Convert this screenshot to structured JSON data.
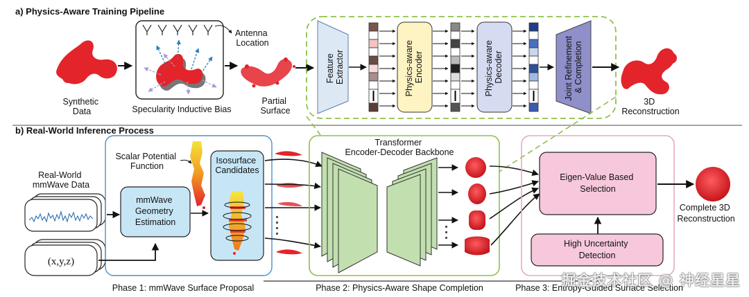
{
  "section_a": {
    "title": "a) Physics-Aware Training Pipeline",
    "synthetic_data": [
      "Synthetic",
      "Data"
    ],
    "specularity": "Specularity Inductive Bias",
    "antenna": [
      "Antenna",
      "Location"
    ],
    "partial_surface": [
      "Partial",
      "Surface"
    ],
    "feature_extractor": [
      "Feature",
      "Extractor"
    ],
    "encoder": [
      "Physics-aware",
      "Encoder"
    ],
    "decoder": [
      "Physics-aware",
      "Decoder"
    ],
    "joint_refinement": [
      "Joint Refinement",
      "& Completion"
    ],
    "reconstruction": [
      "3D",
      "Reconstruction"
    ]
  },
  "section_b": {
    "title": "b) Real-World Inference Process",
    "real_world": [
      "Real-World",
      "mmWave Data"
    ],
    "xyz": "(x,y,z)",
    "scalar_potential": [
      "Scalar Potential",
      "Function"
    ],
    "mmwave_geometry": [
      "mmWave",
      "Geometry",
      "Estimation"
    ],
    "isosurface": [
      "Isosurface",
      "Candidates"
    ],
    "transformer": [
      "Transformer",
      "Encoder-Decoder Backbone"
    ],
    "eigen": [
      "Eigen-Value Based",
      "Selection"
    ],
    "uncertainty": [
      "High Uncertainty",
      "Detection"
    ],
    "complete": [
      "Complete 3D",
      "Reconstruction"
    ],
    "phase1": "Phase 1: mmWave Surface Proposal",
    "phase2": "Phase 2: Physics-Aware Shape Completion",
    "phase3": "Phase 3: Entropy-Guided Surface Selection"
  },
  "watermark": "掘金技术社区 @ 神经星星",
  "colors": {
    "red": "#e3242b",
    "blue_box": "#c7e6f5",
    "yellow_box": "#fdf3c3",
    "lavender_box": "#d5dcf2",
    "purple_box": "#8f8fc9",
    "green_stack": "#c2dfb0",
    "pink_box": "#f7c8dc",
    "green_outline": "#8dc04a",
    "blue_outline": "#4a90c8",
    "pink_outline": "#e7a9c4"
  }
}
